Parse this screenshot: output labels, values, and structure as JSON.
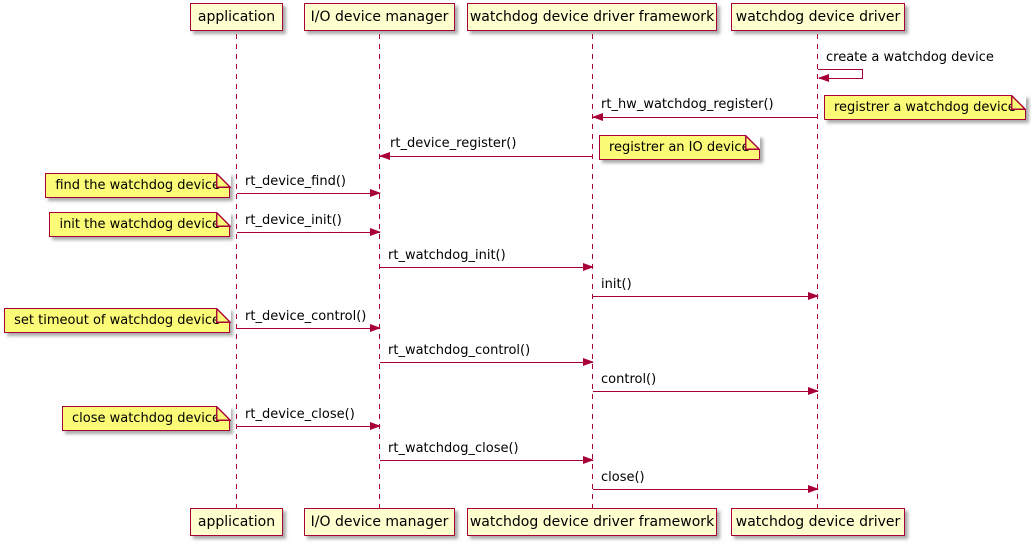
{
  "colors": {
    "accent": "#A80036",
    "participant_fill": "#FEFECE",
    "note_fill": "#FBFB77",
    "text": "#000000",
    "background": "#FFFFFF"
  },
  "participants": [
    {
      "name": "application"
    },
    {
      "name": "I/O device manager"
    },
    {
      "name": "watchdog device driver framework"
    },
    {
      "name": "watchdog device driver"
    }
  ],
  "messages": [
    {
      "label": "create a watchdog device",
      "from": "watchdog device driver",
      "to": "watchdog device driver",
      "kind": "self"
    },
    {
      "label": "rt_hw_watchdog_register()",
      "from": "watchdog device driver",
      "to": "watchdog device driver framework",
      "kind": "left"
    },
    {
      "label": "rt_device_register()",
      "from": "watchdog device driver framework",
      "to": "I/O device manager",
      "kind": "left"
    },
    {
      "label": "rt_device_find()",
      "from": "application",
      "to": "I/O device manager",
      "kind": "right"
    },
    {
      "label": "rt_device_init()",
      "from": "application",
      "to": "I/O device manager",
      "kind": "right"
    },
    {
      "label": "rt_watchdog_init()",
      "from": "I/O device manager",
      "to": "watchdog device driver framework",
      "kind": "right"
    },
    {
      "label": "init()",
      "from": "watchdog device driver framework",
      "to": "watchdog device driver",
      "kind": "right"
    },
    {
      "label": "rt_device_control()",
      "from": "application",
      "to": "I/O device manager",
      "kind": "right"
    },
    {
      "label": "rt_watchdog_control()",
      "from": "I/O device manager",
      "to": "watchdog device driver framework",
      "kind": "right"
    },
    {
      "label": "control()",
      "from": "watchdog device driver framework",
      "to": "watchdog device driver",
      "kind": "right"
    },
    {
      "label": "rt_device_close()",
      "from": "application",
      "to": "I/O device manager",
      "kind": "right"
    },
    {
      "label": "rt_watchdog_close()",
      "from": "I/O device manager",
      "to": "watchdog device driver framework",
      "kind": "right"
    },
    {
      "label": "close()",
      "from": "watchdog device driver framework",
      "to": "watchdog device driver",
      "kind": "right"
    }
  ],
  "notes": [
    {
      "text": "registrer a watchdog device",
      "attached_to": "watchdog device driver"
    },
    {
      "text": "registrer an IO device",
      "attached_to": "watchdog device driver framework"
    },
    {
      "text": "find the watchdog device",
      "attached_to": "application"
    },
    {
      "text": "init the watchdog device",
      "attached_to": "application"
    },
    {
      "text": "set timeout of watchdog device",
      "attached_to": "application"
    },
    {
      "text": "close watchdog device",
      "attached_to": "application"
    }
  ]
}
